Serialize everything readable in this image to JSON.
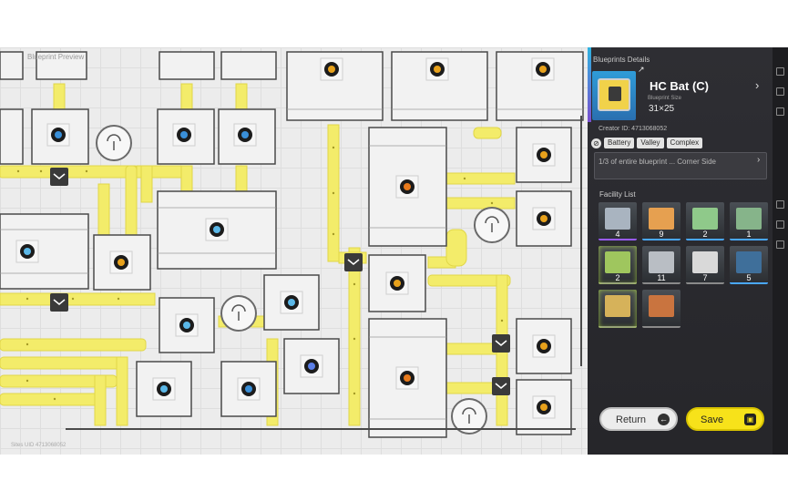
{
  "map": {
    "title": "Blueprint Preview",
    "footer": "Sites UID 4713068052"
  },
  "panel": {
    "section_label": "Blueprints Details",
    "name": "HC Bat (C)",
    "size_label": "Blueprint Size",
    "size_value": "31×25",
    "creator": "Creator ID: 4713068052",
    "tags": [
      "Battery",
      "Valley",
      "Complex"
    ],
    "description": "1/3 of entire blueprint ... Corner Side",
    "facility_label": "Facility List",
    "facilities": [
      {
        "count": "4",
        "rarity_color": "#9a5cff",
        "art_color": "#a9b4c0"
      },
      {
        "count": "9",
        "rarity_color": "#4aa8ff",
        "art_color": "#e6a050"
      },
      {
        "count": "2",
        "rarity_color": "#4aa8ff",
        "art_color": "#8fc98a"
      },
      {
        "count": "1",
        "rarity_color": "#4aa8ff",
        "art_color": "#86b48a"
      },
      {
        "count": "2",
        "rarity_color": "#8a8a8a",
        "art_color": "#9fc65e"
      },
      {
        "count": "11",
        "rarity_color": "#8a8a8a",
        "art_color": "#b9bec4"
      },
      {
        "count": "7",
        "rarity_color": "#8a8a8a",
        "art_color": "#d9d9d9"
      },
      {
        "count": "5",
        "rarity_color": "#4aa8ff",
        "art_color": "#3f6f9a"
      },
      {
        "count": "",
        "rarity_color": "#8a8a8a",
        "art_color": "#d6b25a"
      },
      {
        "count": "",
        "rarity_color": "#8a8a8a",
        "art_color": "#c9743f"
      }
    ],
    "return_label": "Return",
    "save_label": "Save"
  },
  "colors": {
    "belt": "#f3ec6a",
    "accent": "#f7e21a",
    "panel_bg": "#2a2a2e"
  }
}
